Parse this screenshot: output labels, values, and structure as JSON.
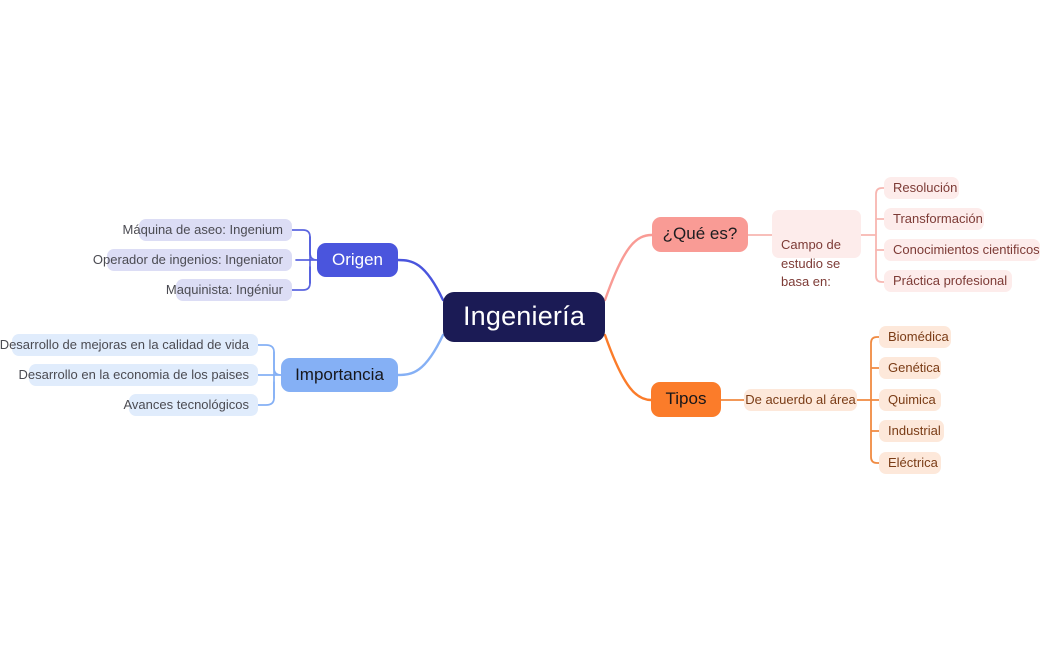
{
  "diagram": {
    "type": "mind-map",
    "root": {
      "label": "Ingeniería"
    },
    "branches": [
      {
        "id": "origen",
        "label": "Origen",
        "side": "left",
        "color": "#4a55dd",
        "leaves": [
          {
            "label": "Máquina de aseo: Ingenium"
          },
          {
            "label": "Operador de ingenios: Ingeniator"
          },
          {
            "label": "Maquinista: Ingéniur"
          }
        ]
      },
      {
        "id": "importancia",
        "label": "Importancia",
        "side": "left",
        "color": "#85b0f5",
        "leaves": [
          {
            "label": "Desarrollo de mejoras en la calidad de vida"
          },
          {
            "label": "Desarrollo en la economia de los paises"
          },
          {
            "label": "Avances tecnológicos"
          }
        ]
      },
      {
        "id": "quees",
        "label": "¿Qué es?",
        "side": "right",
        "color": "#f99b95",
        "mid": {
          "label": "Campo de\nestudio se\nbasa en:"
        },
        "leaves": [
          {
            "label": "Resolución"
          },
          {
            "label": "Transformación"
          },
          {
            "label": "Conocimientos cientificos"
          },
          {
            "label": "Práctica profesional"
          }
        ]
      },
      {
        "id": "tipos",
        "label": "Tipos",
        "side": "right",
        "color": "#fb7c2a",
        "mid": {
          "label": "De acuerdo al área"
        },
        "leaves": [
          {
            "label": "Biomédica"
          },
          {
            "label": "Genética"
          },
          {
            "label": "Quimica"
          },
          {
            "label": "Industrial"
          },
          {
            "label": "Eléctrica"
          }
        ]
      }
    ]
  }
}
